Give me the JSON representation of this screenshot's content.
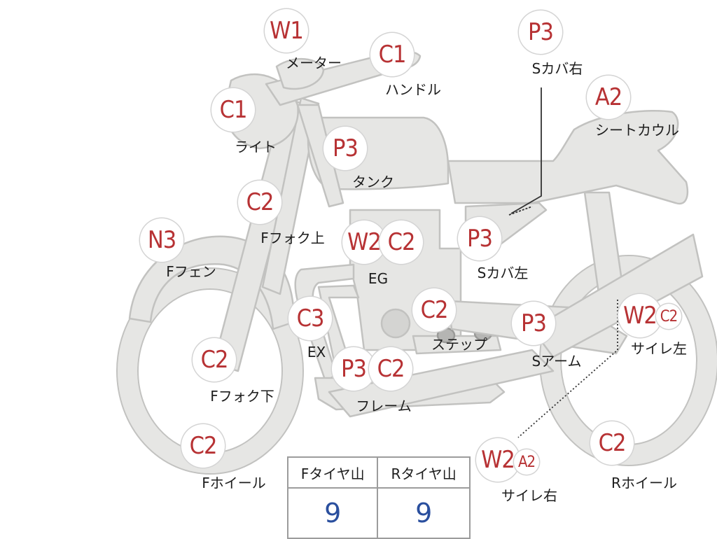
{
  "parts": [
    {
      "id": "meter",
      "code": "W1",
      "name": "メーター"
    },
    {
      "id": "handle",
      "code": "C1",
      "name": "ハンドル"
    },
    {
      "id": "light",
      "code": "C1",
      "name": "ライト"
    },
    {
      "id": "tank",
      "code": "P3",
      "name": "タンク"
    },
    {
      "id": "side-cover-right",
      "code": "P3",
      "name": "Sカバ右"
    },
    {
      "id": "seat-cowl",
      "code": "A2",
      "name": "シートカウル"
    },
    {
      "id": "front-fork-upper",
      "code": "C2",
      "name": "Fフォク上"
    },
    {
      "id": "front-fender",
      "code": "N3",
      "name": "Fフェン"
    },
    {
      "id": "engine-w",
      "code": "W2",
      "name": ""
    },
    {
      "id": "engine",
      "code": "C2",
      "name": "EG"
    },
    {
      "id": "side-cover-left",
      "code": "P3",
      "name": "Sカバ左"
    },
    {
      "id": "exhaust",
      "code": "C3",
      "name": "EX"
    },
    {
      "id": "step",
      "code": "C2",
      "name": "ステップ"
    },
    {
      "id": "swing-arm",
      "code": "P3",
      "name": "Sアーム"
    },
    {
      "id": "muffler-left-w",
      "code": "W2",
      "name": ""
    },
    {
      "id": "muffler-left",
      "code": "C2",
      "name": "サイレ左"
    },
    {
      "id": "front-fork-lower",
      "code": "C2",
      "name": "Fフォク下"
    },
    {
      "id": "frame-p",
      "code": "P3",
      "name": ""
    },
    {
      "id": "frame",
      "code": "C2",
      "name": "フレーム"
    },
    {
      "id": "front-wheel",
      "code": "C2",
      "name": "Fホイール"
    },
    {
      "id": "muffler-right-w",
      "code": "W2",
      "name": ""
    },
    {
      "id": "muffler-right",
      "code": "A2",
      "name": "サイレ右"
    },
    {
      "id": "rear-wheel",
      "code": "C2",
      "name": "Rホイール"
    }
  ],
  "tire_table": {
    "front_label": "Fタイヤ山",
    "rear_label": "Rタイヤ山",
    "front_value": "9",
    "rear_value": "9"
  }
}
